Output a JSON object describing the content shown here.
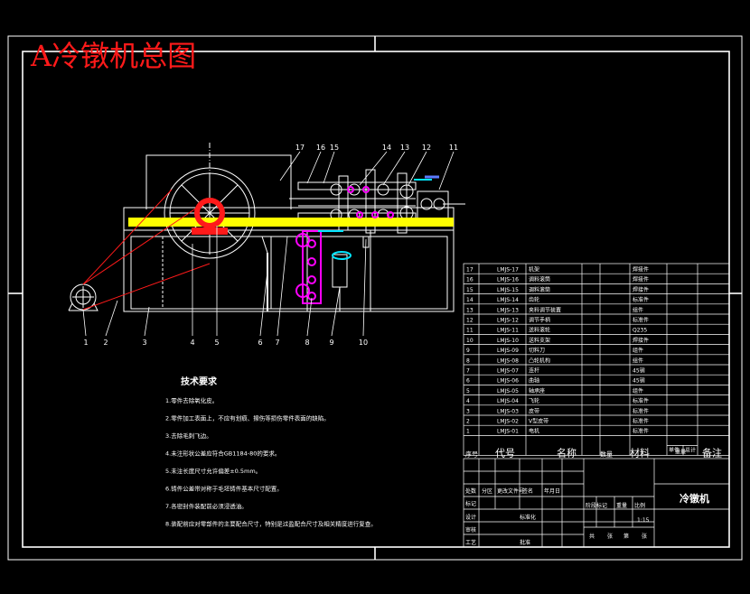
{
  "drawing": {
    "title": "A冷镦机总图",
    "title_color": "#ff1a1a"
  },
  "callouts": {
    "top": [
      "17",
      "16",
      "15",
      "14",
      "13",
      "12",
      "11"
    ],
    "bottom": [
      "1",
      "2",
      "3",
      "4",
      "5",
      "6",
      "7",
      "8",
      "9",
      "10"
    ]
  },
  "tech": {
    "heading": "技术要求",
    "lines": [
      "1.零件去除氧化皮。",
      "2.零件加工表面上，不应有划痕、擦伤等损伤零件表面的缺陷。",
      "3.去除毛刺飞边。",
      "4.未注形状公差应符合GB1184-80的要求。",
      "5.未注长度尺寸允许偏差±0.5mm。",
      "6.铸件公差带对称于毛坯铸件基本尺寸配置。",
      "7.各密封件装配前必须浸透油。",
      "8.装配前应对零部件的主要配合尺寸，特别是过盈配合尺寸及相关精度进行复查。"
    ]
  },
  "bom": {
    "rows": [
      [
        "17",
        "LMJS-17",
        "机架",
        "",
        "焊接件"
      ],
      [
        "16",
        "LMJS-16",
        "调料滚筒",
        "",
        "焊接件"
      ],
      [
        "15",
        "LMJS-15",
        "调料滚筒",
        "",
        "焊接件"
      ],
      [
        "14",
        "LMJS-14",
        "齿轮",
        "",
        "标准件"
      ],
      [
        "13",
        "LMJS-13",
        "夹料调节装置",
        "",
        "组件"
      ],
      [
        "12",
        "LMJS-12",
        "调节手柄",
        "",
        "标准件"
      ],
      [
        "11",
        "LMJS-11",
        "送料滚轮",
        "",
        "Q235"
      ],
      [
        "10",
        "LMJS-10",
        "送料支架",
        "",
        "焊接件"
      ],
      [
        "9",
        "LMJS-09",
        "切料刀",
        "",
        "组件"
      ],
      [
        "8",
        "LMJS-08",
        "凸轮机构",
        "",
        "组件"
      ],
      [
        "7",
        "LMJS-07",
        "连杆",
        "",
        "45钢"
      ],
      [
        "6",
        "LMJS-06",
        "曲轴",
        "",
        "45钢"
      ],
      [
        "5",
        "LMJS-05",
        "轴承座",
        "",
        "组件"
      ],
      [
        "4",
        "LMJS-04",
        "飞轮",
        "",
        "标准件"
      ],
      [
        "3",
        "LMJS-03",
        "皮带",
        "",
        "标准件"
      ],
      [
        "2",
        "LMJS-02",
        "V型皮带",
        "",
        "标准件"
      ],
      [
        "1",
        "LMJS-01",
        "电机",
        "",
        "标准件"
      ]
    ],
    "headers": [
      "序号",
      "代号",
      "名称",
      "数量",
      "材料",
      "单件",
      "总计",
      "备注"
    ],
    "weight_label": "重量"
  },
  "title_block": {
    "part_name": "冷镦机",
    "row_labels": [
      "标记",
      "设计",
      "审核",
      "工艺"
    ],
    "rev_labels": [
      "处数",
      "分区",
      "更改文件号",
      "签名",
      "年月日"
    ],
    "std_label": "标准化",
    "approve_label": "批准",
    "stage_labels": [
      "阶段标记",
      "重量",
      "比例"
    ],
    "scale": "1:15",
    "sheet_labels": [
      "共",
      "张",
      "第",
      "张"
    ]
  },
  "colors": {
    "frame": "#ffffff",
    "line": "#ffffff",
    "red": "#ff1a1a",
    "yellow": "#ffff00",
    "magenta": "#ff00ff",
    "cyan": "#00e5ff",
    "blue": "#5b7bff"
  }
}
